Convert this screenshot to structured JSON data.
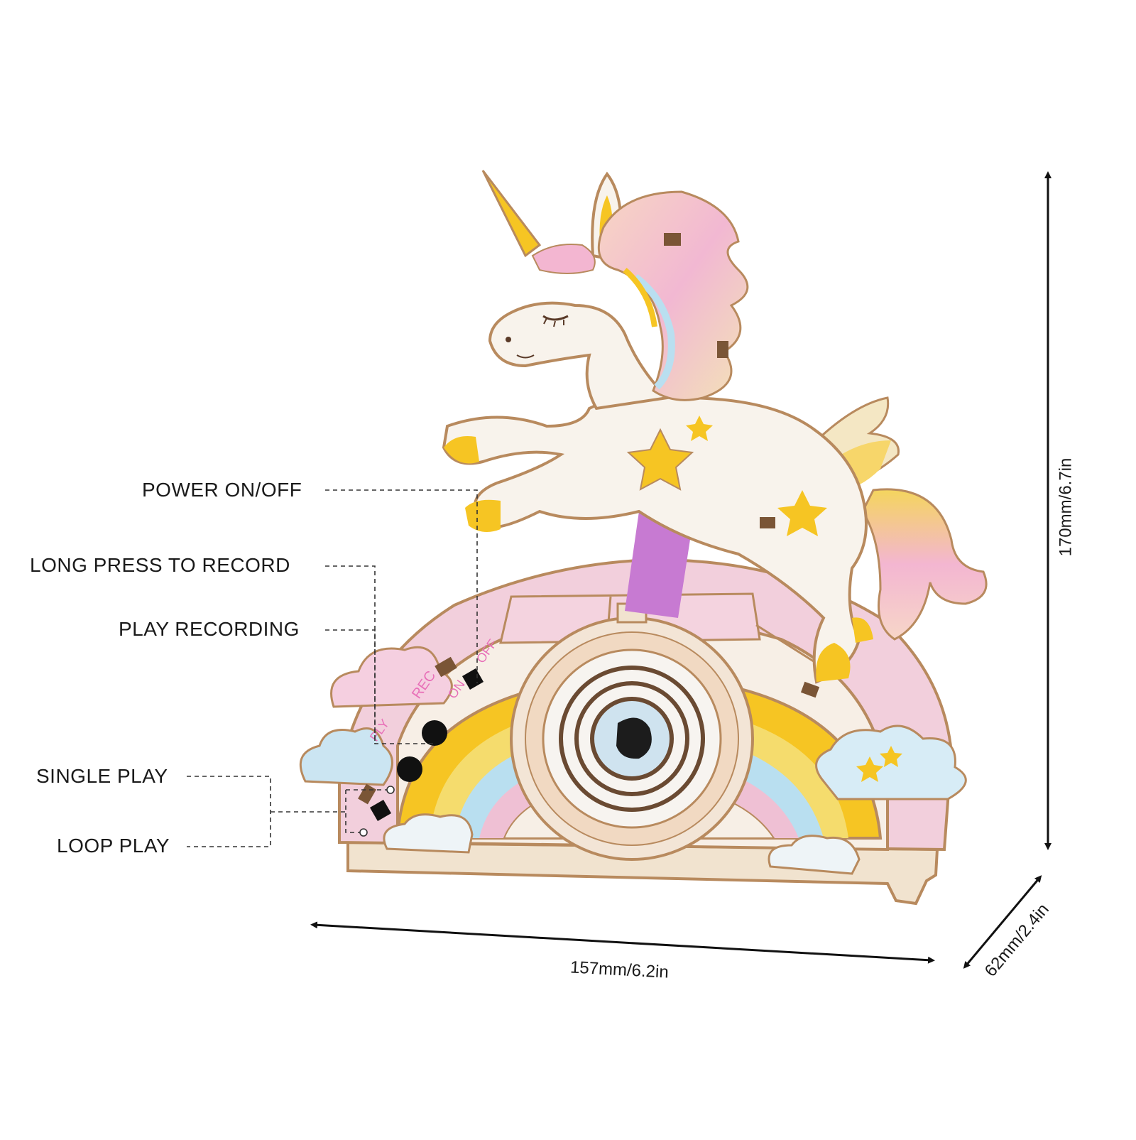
{
  "callouts": {
    "power": "POWER ON/OFF",
    "record": "LONG PRESS TO RECORD",
    "play_recording": "PLAY RECORDING",
    "single_play": "SINGLE PLAY",
    "loop_play": "LOOP PLAY"
  },
  "dimensions": {
    "width": "157mm/6.2in",
    "height": "170mm/6.7in",
    "depth": "62mm/2.4in"
  },
  "panel_labels": {
    "ply": "PLY",
    "rec": "REC",
    "on": "ON",
    "off": "OFF"
  },
  "colors": {
    "wood_edge": "#b88a5e",
    "panel": "#f7efe6",
    "pink": "#f2c7d8",
    "yellow": "#f6c523",
    "blue": "#b9dff0",
    "lilac": "#c77ad2"
  }
}
